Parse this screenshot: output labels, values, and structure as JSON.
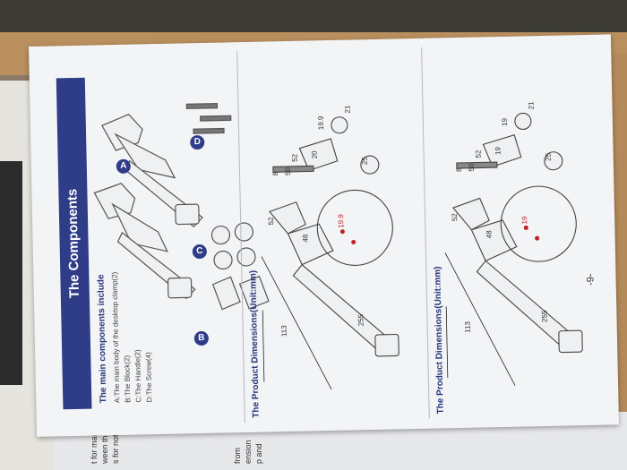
{
  "components_section": {
    "title": "The Components",
    "heading": "The main components include",
    "items": [
      "A:The main body of the desktop clamp(2)",
      "B:The Block(2)",
      "C:The Handle(2)",
      "D:The Screw(4)"
    ],
    "markers": [
      "A",
      "B",
      "C",
      "D"
    ]
  },
  "dims_20": {
    "heading": "The Product Dimensions(Unit:mm)",
    "labels": [
      "52",
      "48",
      "113",
      "255",
      "8",
      "50",
      "19.9",
      "21",
      "52",
      "20",
      "25",
      "19.9"
    ]
  },
  "dims_19": {
    "heading": "The Product Dimensions(Unit:mm)",
    "labels": [
      "52",
      "48",
      "113",
      "255",
      "8",
      "50",
      "19",
      "21",
      "52",
      "19",
      "25",
      "19"
    ]
  },
  "page_number": "-9-",
  "bottom_page_fragments": [
    "t for many",
    "ween the",
    "s for not",
    "from",
    "ension",
    "p and"
  ]
}
